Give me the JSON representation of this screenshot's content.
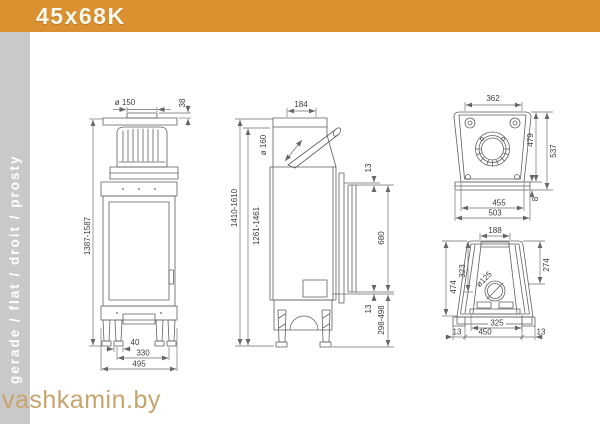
{
  "header": {
    "title": "45x68K"
  },
  "sidebar": {
    "label": "gerade / flat / droit / prosty"
  },
  "watermark": {
    "text": "vashkamin.by"
  },
  "colors": {
    "header_bg": "#db9130",
    "sidebar_bg": "#c9c9c9",
    "watermark": "#c7a46c",
    "drawing_line": "#5f5f5f"
  },
  "views": {
    "front": {
      "dims": {
        "flue_diameter": "ø 150",
        "collar_height": "38",
        "overall_height": "1387-1587",
        "foot_width": "40",
        "foot_spacing": "330",
        "overall_width": "495"
      }
    },
    "side": {
      "dims": {
        "flue_depth": "184",
        "flue_diameter": "ø 160",
        "overall_height": "1410-1610",
        "body_height": "1261-1461",
        "frame_gap_top": "13",
        "glass_height": "680",
        "frame_gap_bottom": "13",
        "base_height": "298-498"
      }
    },
    "top": {
      "dims": {
        "rear_width": "362",
        "depth_inner": "479",
        "depth_overall": "537",
        "width_inner": "455",
        "width_overall": "503",
        "flange": "8"
      }
    },
    "bottom": {
      "dims": {
        "duct_width": "188",
        "depth_right": "274",
        "depth_inner": "323",
        "depth_overall": "474",
        "air_inlet": "ø125",
        "width_inner": "325",
        "width_overall": "450",
        "foot_left": "13",
        "foot_right": "13"
      }
    }
  }
}
